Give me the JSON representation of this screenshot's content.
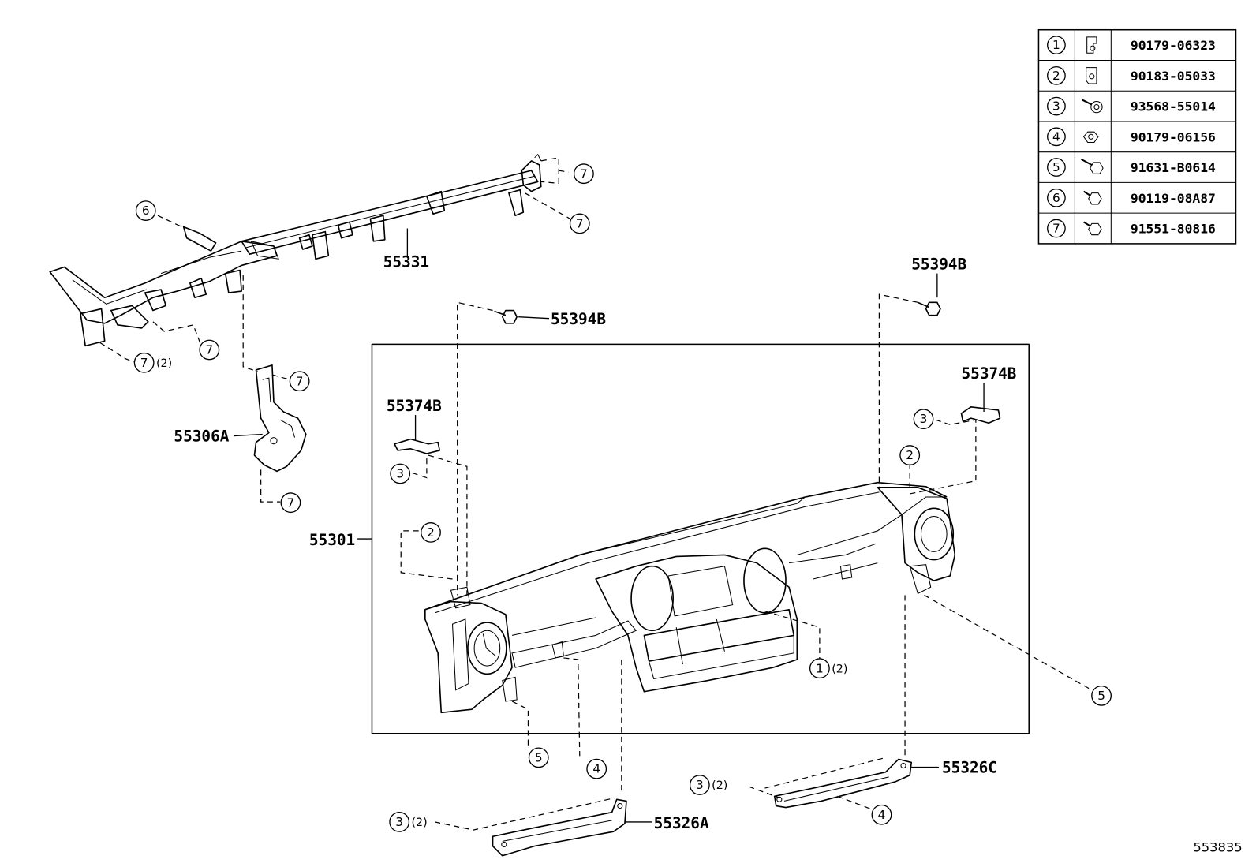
{
  "figure_id": "553835",
  "callouts": {
    "c55331": "55331",
    "c55394B_left": "55394B",
    "c55394B_right": "55394B",
    "c55374B_left": "55374B",
    "c55374B_right": "55374B",
    "c55306A": "55306A",
    "c55301": "55301",
    "c55326A": "55326A",
    "c55326C": "55326C"
  },
  "markers": {
    "m6": "6",
    "m7a": "7",
    "m7b": "7",
    "m7c": "7",
    "m7d": "7",
    "m7e": "7",
    "m7f": "7",
    "m3a": "3",
    "m3b": "3",
    "m3c": "3",
    "m3d": "3",
    "m2a": "2",
    "m2b": "2",
    "m1": "1",
    "m5a": "5",
    "m5b": "5",
    "m4a": "4",
    "m4b": "4"
  },
  "quantities": {
    "q7d": "(2)",
    "q1": "(2)",
    "q3c": "(2)",
    "q3d": "(2)"
  },
  "fastener_table": [
    {
      "ref": "1",
      "icon": "clip-nut-icon",
      "part_number": "90179-06323"
    },
    {
      "ref": "2",
      "icon": "clip-nut-icon",
      "part_number": "90183-05033"
    },
    {
      "ref": "3",
      "icon": "screw-icon",
      "part_number": "93568-55014"
    },
    {
      "ref": "4",
      "icon": "nut-icon",
      "part_number": "90179-06156"
    },
    {
      "ref": "5",
      "icon": "bolt-icon",
      "part_number": "91631-B0614"
    },
    {
      "ref": "6",
      "icon": "bolt-icon",
      "part_number": "90119-08A87"
    },
    {
      "ref": "7",
      "icon": "bolt-icon",
      "part_number": "91551-80816"
    }
  ]
}
